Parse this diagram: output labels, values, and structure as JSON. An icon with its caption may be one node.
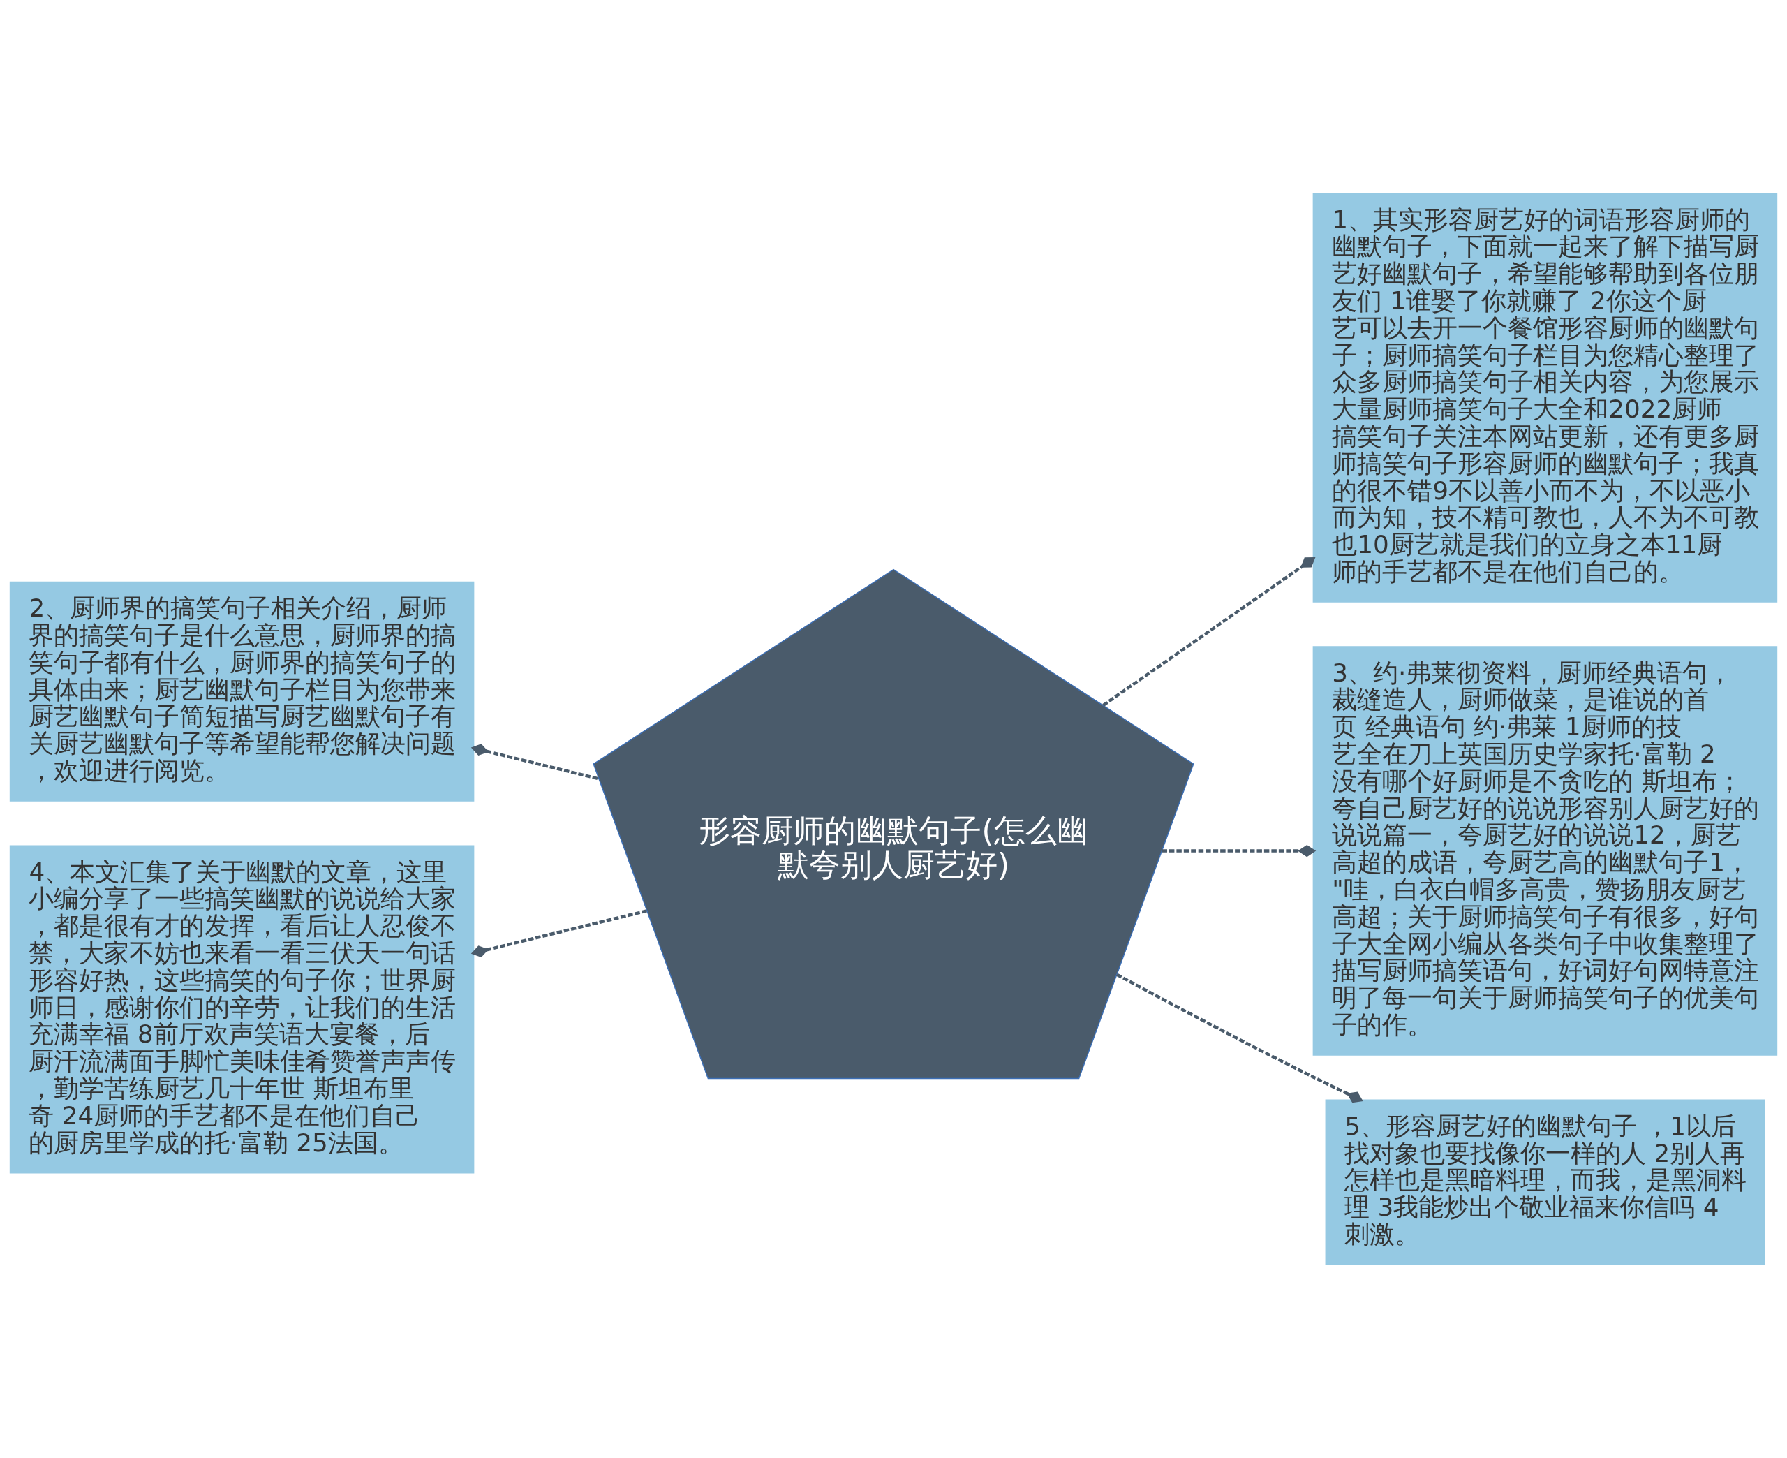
{
  "diagram": {
    "nodes": [
      {
        "text": [
          "形容厨师的幽默句子(怎么幽默夸别人厨艺好)"
        ]
      },
      {
        "text": [
          "1、其实形容厨艺好的词语形容厨师的幽默句子，下面就一起来了解下描写厨艺好幽默句子，希望能够帮助到各位朋友们 1谁娶了你就赚了 2你这个厨艺可以去开一个餐馆形容厨师的幽默句子；厨师搞笑句子栏目为您精心整理了众多厨师搞笑句子相关内容，为您展示大量厨师搞笑句子大全和2022厨师搞笑句子关注本网站更新，还有更多厨师搞笑句子形容厨师的幽默句子；我真的很不错9不以善小而不为，不以恶小而为知，技不精可教也，人不为不可教也10厨艺就是我们的立身之本11厨师的手艺都不是在他们自己的。"
        ]
      },
      {
        "text": [
          "2、厨师界的搞笑句子相关介绍，厨师界的搞笑句子是什么意思，厨师界的搞笑句子都有什么，厨师界的搞笑句子的具体由来；厨艺幽默句子栏目为您带来厨艺幽默句子简短描写厨艺幽默句子有关厨艺幽默句子等希望能帮您解决问题，欢迎进行阅览。"
        ]
      },
      {
        "text": [
          "3、约·弗莱彻资料，厨师经典语句，裁缝造人，厨师做菜，是谁说的首页 经典语句 约·弗莱 1厨师的技艺全在刀上英国历史学家托·富勒 2没有哪个好厨师是不贪吃的 斯坦布；夸自己厨艺好的说说形容别人厨艺好的说说篇一，夸厨艺好的说说12，厨艺高超的成语，夸厨艺高的幽默句子1，\"哇，白衣白帽多高贵，赞扬朋友厨艺高超；关于厨师搞笑句子有很多，好句子大全网小编从各类句子中收集整理了描写厨师搞笑语句，好词好句网特意注明了每一句关于厨师搞笑句子的优美句子的作。"
        ]
      },
      {
        "text": [
          "4、本文汇集了关于幽默的文章，这里小编分享了一些搞笑幽默的说说给大家，都是很有才的发挥，看后让人忍俊不禁，大家不妨也来看一看三伏天一句话形容好热，这些搞笑的句子你；世界厨师日，感谢你们的辛劳，让我们的生活充满幸福 8前厅欢声笑语大宴餐，后厨汗流满面手脚忙美味佳肴赞誉声声传，勤学苦练厨艺几十年世 斯坦布里奇 24厨师的手艺都不是在他们自己的厨房里学成的托·富勒 25法国。"
        ]
      },
      {
        "text": [
          "5、形容厨艺好的幽默句子 ，1以后找对象也要找像你一样的人 2别人再怎样也是黑暗料理，而我，是黑洞料理 3我能炒出个敬业福来你信吗 4刺激。"
        ]
      }
    ],
    "edges": [
      {
        "from": 0,
        "to": 1,
        "arrow": "other",
        "style": "dashed"
      },
      {
        "from": 0,
        "to": 2,
        "arrow": "other",
        "style": "dashed"
      },
      {
        "from": 0,
        "to": 3,
        "arrow": "other",
        "style": "dashed"
      },
      {
        "from": 0,
        "to": 4,
        "arrow": "other",
        "style": "dashed"
      },
      {
        "from": 0,
        "to": 5,
        "arrow": "other",
        "style": "dashed"
      }
    ]
  }
}
